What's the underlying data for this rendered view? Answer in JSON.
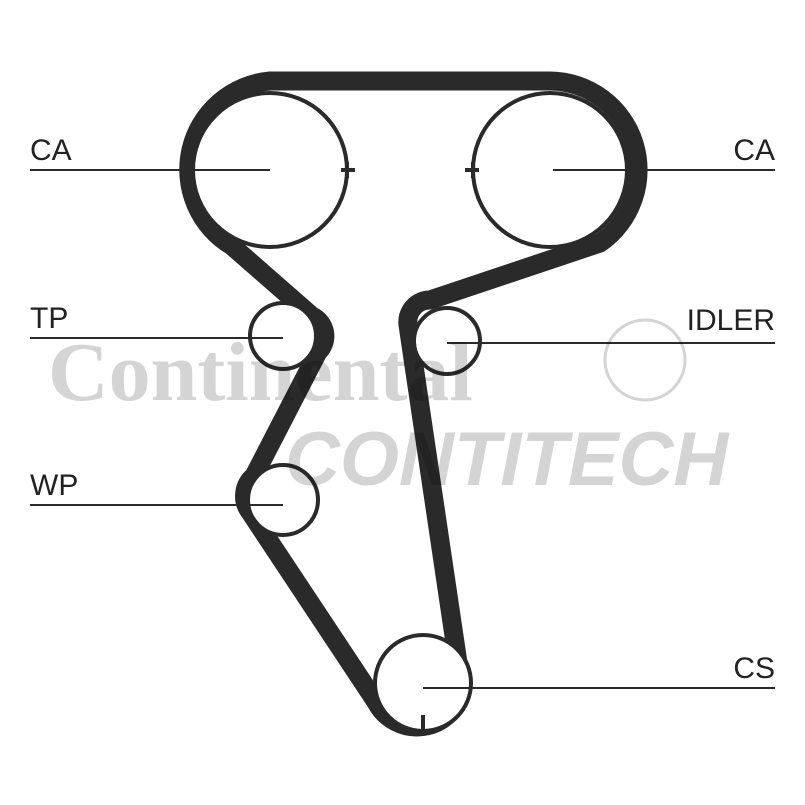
{
  "labels": {
    "ca_left": "CA",
    "ca_right": "CA",
    "tp": "TP",
    "idler": "IDLER",
    "wp": "WP",
    "cs": "CS"
  },
  "watermark": {
    "brand": "Continental",
    "sub": "CONTITECH"
  },
  "colors": {
    "belt": "#2a2a2a",
    "watermark": "#d4d4d4"
  }
}
